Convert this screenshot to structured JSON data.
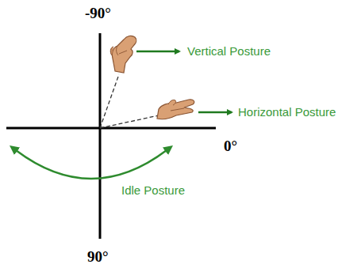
{
  "diagram": {
    "labels": [
      "-90°",
      "Vertical Posture",
      "Horizontal Posture",
      "0°",
      "Idle Posture",
      "90°"
    ]
  }
}
